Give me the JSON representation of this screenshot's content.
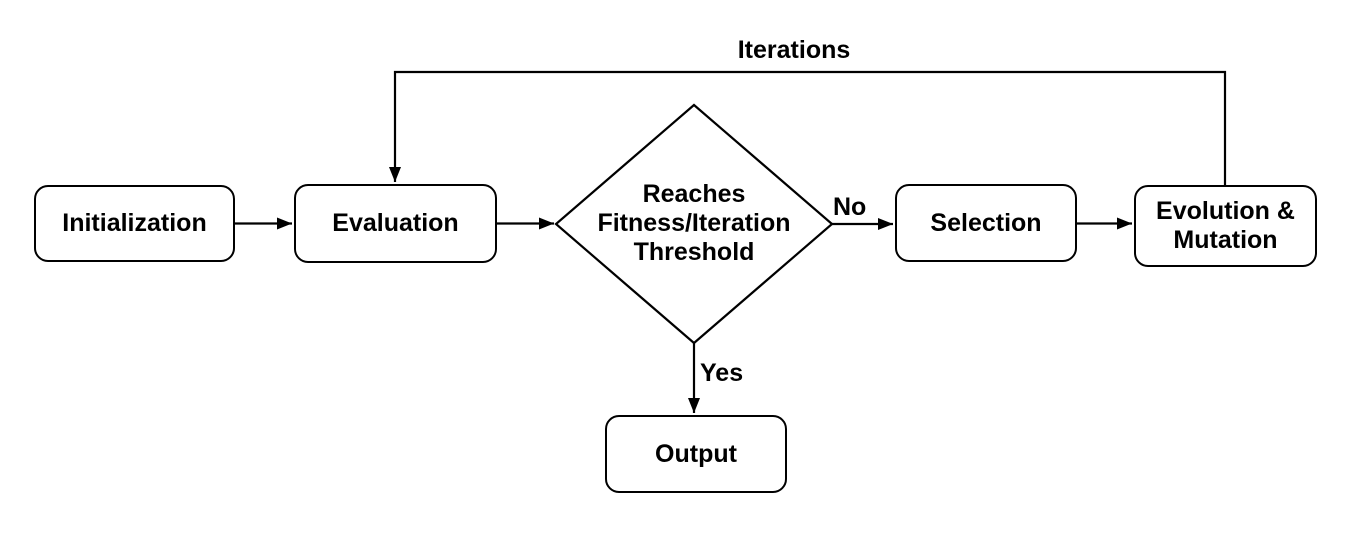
{
  "flowchart": {
    "nodes": {
      "initialization": {
        "label": "Initialization"
      },
      "evaluation": {
        "label": "Evaluation"
      },
      "decision": {
        "line1": "Reaches",
        "line2": "Fitness/Iteration",
        "line3": "Threshold"
      },
      "selection": {
        "label": "Selection"
      },
      "evolution_mutation": {
        "line1": "Evolution &",
        "line2": "Mutation"
      },
      "output": {
        "label": "Output"
      }
    },
    "edge_labels": {
      "iterations": "Iterations",
      "no": "No",
      "yes": "Yes"
    },
    "edges": [
      {
        "from": "initialization",
        "to": "evaluation",
        "label": ""
      },
      {
        "from": "evaluation",
        "to": "decision",
        "label": ""
      },
      {
        "from": "decision",
        "to": "selection",
        "label": "No"
      },
      {
        "from": "selection",
        "to": "evolution_mutation",
        "label": ""
      },
      {
        "from": "evolution_mutation",
        "to": "evaluation",
        "label": "Iterations"
      },
      {
        "from": "decision",
        "to": "output",
        "label": "Yes"
      }
    ],
    "colors": {
      "stroke": "#000000",
      "node_fill": "#ffffff",
      "text": "#000000",
      "background": "#ffffff"
    }
  }
}
